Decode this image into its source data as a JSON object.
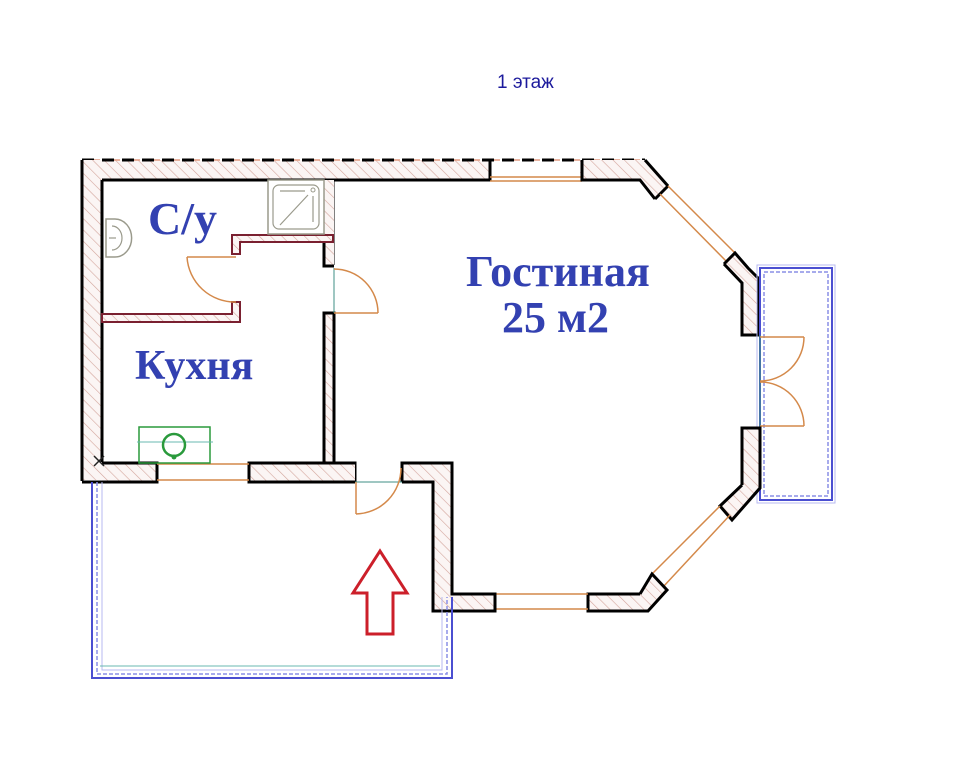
{
  "title": "1 этаж",
  "rooms": {
    "wc": "С/у",
    "kitchen": "Кухня",
    "living": "Гостиная",
    "living_area": "25 м2"
  },
  "icons": {
    "entrance": "red-up-arrow",
    "sink": "washbasin",
    "shower": "shower-tray",
    "stove": "kitchen-sink-burner"
  },
  "colors": {
    "title": "#1c1a9c",
    "room_label": "#3341b1",
    "wall_outline": "#000000",
    "wall_hatch": "#d9a7a0",
    "window": "#d4894a",
    "balcony": "#4b4fd1",
    "door_swing": "#d4894a",
    "arrow": "#cc1f2a",
    "partition": "#7a2030",
    "kitchen_fixture": "#2a9a3c"
  }
}
